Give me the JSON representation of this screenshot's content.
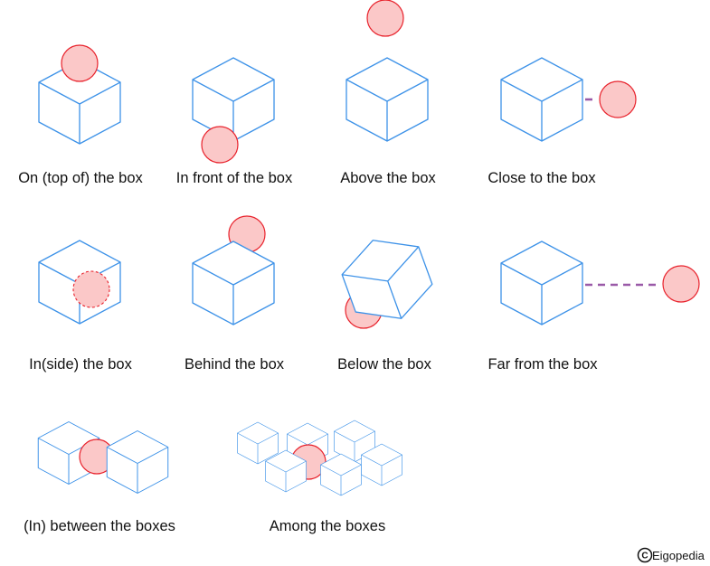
{
  "colors": {
    "cube_stroke": "#3d92e8",
    "ball_fill": "#fbc8c8",
    "ball_stroke": "#e8222c",
    "distance_line": "#9a5aa8",
    "text": "#111111"
  },
  "labels": {
    "on_top": "On (top of) the box",
    "in_front": "In front of the box",
    "above": "Above the box",
    "close_to": "Close to the box",
    "inside": "In(side) the box",
    "behind": "Behind the box",
    "below": "Below the box",
    "far_from": "Far from the box",
    "between": "(In) between the boxes",
    "among": "Among the boxes"
  },
  "credit": {
    "symbol": "C",
    "text": "Eigopedia"
  }
}
